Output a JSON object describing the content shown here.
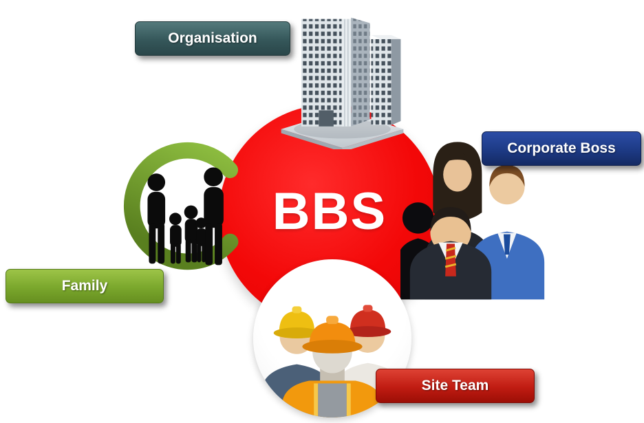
{
  "center": {
    "label": "BBS",
    "circle_color": "#ED0A0A",
    "text_color": "#FFFFFF"
  },
  "labels": {
    "organisation": {
      "text": "Organisation",
      "color": "#3C5F5E"
    },
    "corporate_boss": {
      "text": "Corporate Boss",
      "color": "#1F3E8E"
    },
    "family": {
      "text": "Family",
      "color": "#7DAB2E"
    },
    "site_team": {
      "text": "Site Team",
      "color": "#C11414"
    }
  },
  "icons": {
    "organisation": "office-building-icon",
    "corporate_boss": "business-people-icon",
    "family": "family-silhouettes-with-green-ring-icon",
    "site_team": "construction-workers-icon"
  },
  "ring_color": "#6F9D2C"
}
